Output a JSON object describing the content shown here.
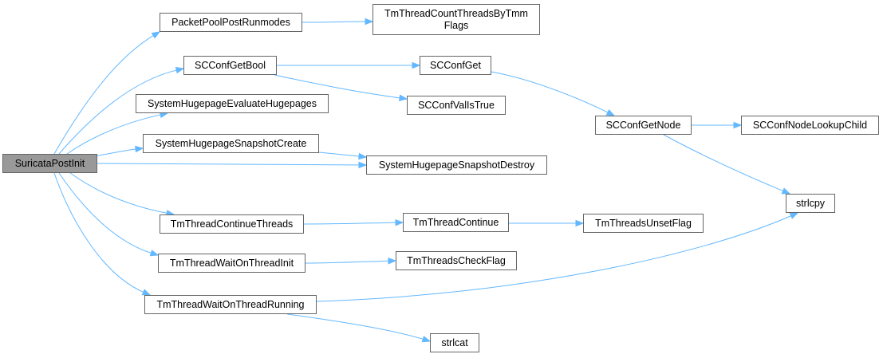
{
  "graph": {
    "root": "SuricataPostInit",
    "edge_color": "#63b8ff",
    "root_fill": "#999999",
    "nodes": [
      {
        "id": "SuricataPostInit",
        "label": "SuricataPostInit"
      },
      {
        "id": "PacketPoolPostRunmodes",
        "label": "PacketPoolPostRunmodes"
      },
      {
        "id": "TmThreadCountThreadsByTmmFlags",
        "label": "TmThreadCountThreadsByTmm Flags"
      },
      {
        "id": "SCConfGetBool",
        "label": "SCConfGetBool"
      },
      {
        "id": "SCConfGet",
        "label": "SCConfGet"
      },
      {
        "id": "SCConfValIsTrue",
        "label": "SCConfValIsTrue"
      },
      {
        "id": "SCConfGetNode",
        "label": "SCConfGetNode"
      },
      {
        "id": "SCConfNodeLookupChild",
        "label": "SCConfNodeLookupChild"
      },
      {
        "id": "SystemHugepageEvaluateHugepages",
        "label": "SystemHugepageEvaluateHugepages"
      },
      {
        "id": "SystemHugepageSnapshotCreate",
        "label": "SystemHugepageSnapshotCreate"
      },
      {
        "id": "SystemHugepageSnapshotDestroy",
        "label": "SystemHugepageSnapshotDestroy"
      },
      {
        "id": "strlcpy",
        "label": "strlcpy"
      },
      {
        "id": "TmThreadContinueThreads",
        "label": "TmThreadContinueThreads"
      },
      {
        "id": "TmThreadContinue",
        "label": "TmThreadContinue"
      },
      {
        "id": "TmThreadsUnsetFlag",
        "label": "TmThreadsUnsetFlag"
      },
      {
        "id": "TmThreadWaitOnThreadInit",
        "label": "TmThreadWaitOnThreadInit"
      },
      {
        "id": "TmThreadsCheckFlag",
        "label": "TmThreadsCheckFlag"
      },
      {
        "id": "TmThreadWaitOnThreadRunning",
        "label": "TmThreadWaitOnThreadRunning"
      },
      {
        "id": "strlcat",
        "label": "strlcat"
      }
    ],
    "edges": [
      {
        "from": "SuricataPostInit",
        "to": "PacketPoolPostRunmodes"
      },
      {
        "from": "SuricataPostInit",
        "to": "SCConfGetBool"
      },
      {
        "from": "SuricataPostInit",
        "to": "SystemHugepageEvaluateHugepages"
      },
      {
        "from": "SuricataPostInit",
        "to": "SystemHugepageSnapshotCreate"
      },
      {
        "from": "SuricataPostInit",
        "to": "SystemHugepageSnapshotDestroy"
      },
      {
        "from": "SuricataPostInit",
        "to": "TmThreadContinueThreads"
      },
      {
        "from": "SuricataPostInit",
        "to": "TmThreadWaitOnThreadInit"
      },
      {
        "from": "SuricataPostInit",
        "to": "TmThreadWaitOnThreadRunning"
      },
      {
        "from": "PacketPoolPostRunmodes",
        "to": "TmThreadCountThreadsByTmmFlags"
      },
      {
        "from": "SCConfGetBool",
        "to": "SCConfGet"
      },
      {
        "from": "SCConfGetBool",
        "to": "SCConfValIsTrue"
      },
      {
        "from": "SCConfGet",
        "to": "SCConfGetNode"
      },
      {
        "from": "SCConfGetNode",
        "to": "SCConfNodeLookupChild"
      },
      {
        "from": "SCConfGetNode",
        "to": "strlcpy"
      },
      {
        "from": "SystemHugepageSnapshotCreate",
        "to": "SystemHugepageSnapshotDestroy"
      },
      {
        "from": "TmThreadContinueThreads",
        "to": "TmThreadContinue"
      },
      {
        "from": "TmThreadContinue",
        "to": "TmThreadsUnsetFlag"
      },
      {
        "from": "TmThreadWaitOnThreadInit",
        "to": "TmThreadsCheckFlag"
      },
      {
        "from": "TmThreadWaitOnThreadRunning",
        "to": "strlcpy"
      },
      {
        "from": "TmThreadWaitOnThreadRunning",
        "to": "strlcat"
      }
    ]
  }
}
